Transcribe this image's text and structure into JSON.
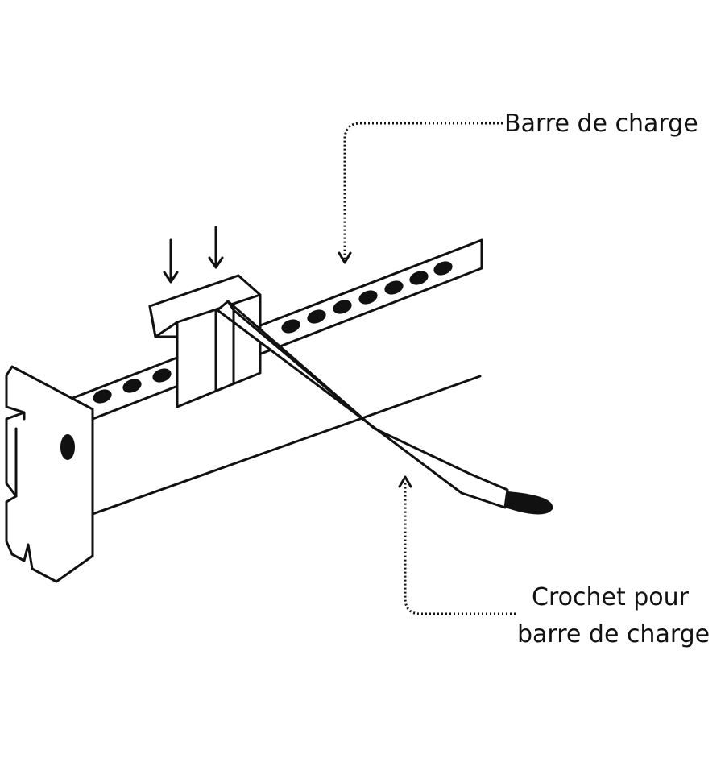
{
  "labels": {
    "load_bar": "Barre de charge",
    "hook_line1": "Crochet pour",
    "hook_line2": "barre de charge"
  },
  "colors": {
    "ink": "#111111",
    "background": "#ffffff"
  }
}
